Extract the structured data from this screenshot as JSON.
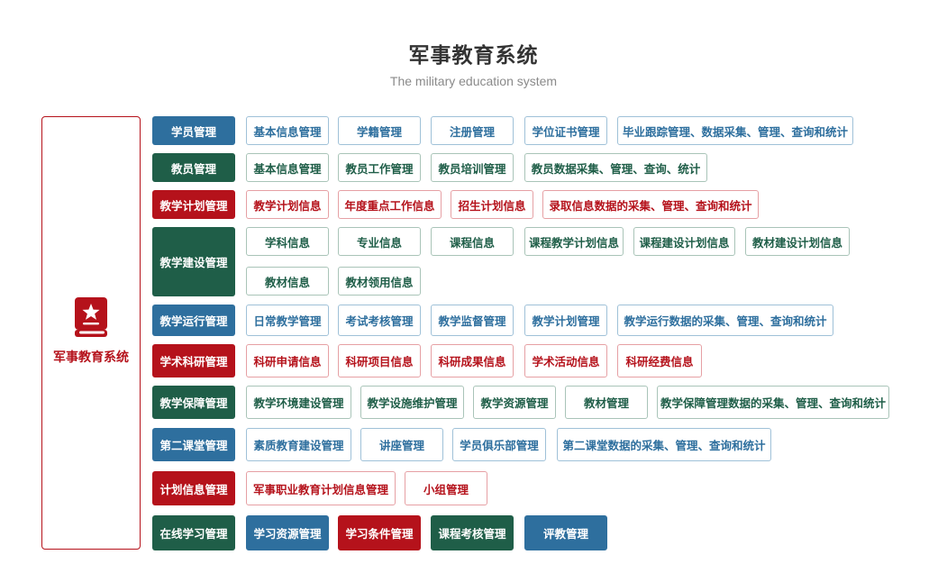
{
  "header": {
    "title": "军事教育系统",
    "subtitle": "The military education system"
  },
  "side": {
    "label": "军事教育系统",
    "icon": "book-star-icon",
    "color": "#b5121b"
  },
  "colors": {
    "blue": "#2e6f9e",
    "green": "#1f5e48",
    "red": "#b5121b"
  },
  "rows": [
    {
      "category": "学员管理",
      "color": "blue",
      "items": [
        "基本信息管理",
        "学籍管理",
        "注册管理",
        "学位证书管理",
        "毕业跟踪管理、数据采集、管理、查询和统计"
      ]
    },
    {
      "category": "教员管理",
      "color": "green",
      "items": [
        "基本信息管理",
        "教员工作管理",
        "教员培训管理",
        "教员数据采集、管理、查询、统计"
      ]
    },
    {
      "category": "教学计划管理",
      "color": "red",
      "items": [
        "教学计划信息",
        "年度重点工作信息",
        "招生计划信息",
        "录取信息数据的采集、管理、查询和统计"
      ]
    },
    {
      "category": "教学建设管理",
      "color": "green",
      "items": [
        "学科信息",
        "专业信息",
        "课程信息",
        "课程教学计划信息",
        "课程建设计划信息",
        "教材建设计划信息",
        "教材信息",
        "教材领用信息"
      ]
    },
    {
      "category": "教学运行管理",
      "color": "blue",
      "items": [
        "日常教学管理",
        "考试考核管理",
        "教学监督管理",
        "教学计划管理",
        "教学运行数据的采集、管理、查询和统计"
      ]
    },
    {
      "category": "学术科研管理",
      "color": "red",
      "items": [
        "科研申请信息",
        "科研项目信息",
        "科研成果信息",
        "学术活动信息",
        "科研经费信息"
      ]
    },
    {
      "category": "教学保障管理",
      "color": "green",
      "items": [
        "教学环境建设管理",
        "教学设施维护管理",
        "教学资源管理",
        "教材管理",
        "教学保障管理数据的采集、管理、查询和统计"
      ]
    },
    {
      "category": "第二课堂管理",
      "color": "blue",
      "items": [
        "素质教育建设管理",
        "讲座管理",
        "学员俱乐部管理",
        "第二课堂数据的采集、管理、查询和统计"
      ]
    },
    {
      "category": "计划信息管理",
      "color": "red",
      "items": [
        "军事职业教育计划信息管理",
        "小组管理"
      ]
    },
    {
      "category": "在线学习管理",
      "color": "green",
      "items": [
        "学习资源管理",
        "学习条件管理",
        "课程考核管理",
        "评教管理"
      ]
    }
  ]
}
